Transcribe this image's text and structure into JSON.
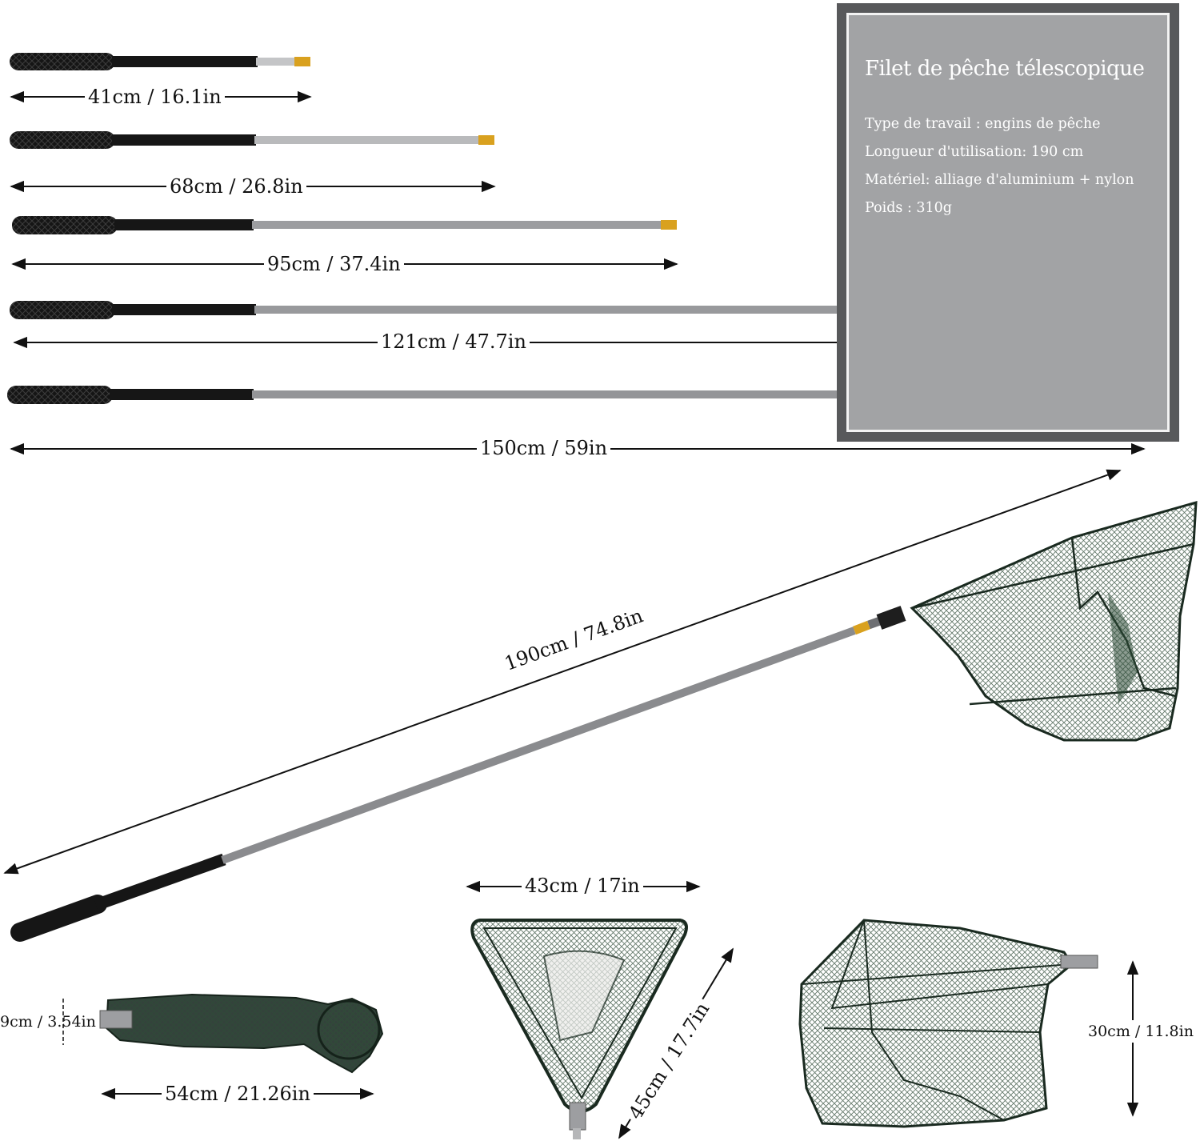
{
  "spec": {
    "title": "Filet de pêche télescopique",
    "lines": [
      "Type de travail : engins de pêche",
      "Longueur d'utilisation: 190 cm",
      "Matériel: alliage d'aluminium + nylon",
      "Poids : 310g"
    ]
  },
  "lengths": {
    "l41": "41cm / 16.1in",
    "l68": "68cm / 26.8in",
    "l95": "95cm / 37.4in",
    "l121": "121cm / 47.7in",
    "l150": "150cm / 59in",
    "l190": "190cm / 74.8in"
  },
  "net_dims": {
    "folded_height": "9cm / 3.54in",
    "folded_length": "54cm / 21.26in",
    "width": "43cm / 17in",
    "side": "45cm / 17.7in",
    "depth": "30cm / 11.8in"
  },
  "colors": {
    "grip": "#161616",
    "pole": "#8e8f92",
    "tip": "#d9a11f",
    "net": "#2e4a37"
  }
}
